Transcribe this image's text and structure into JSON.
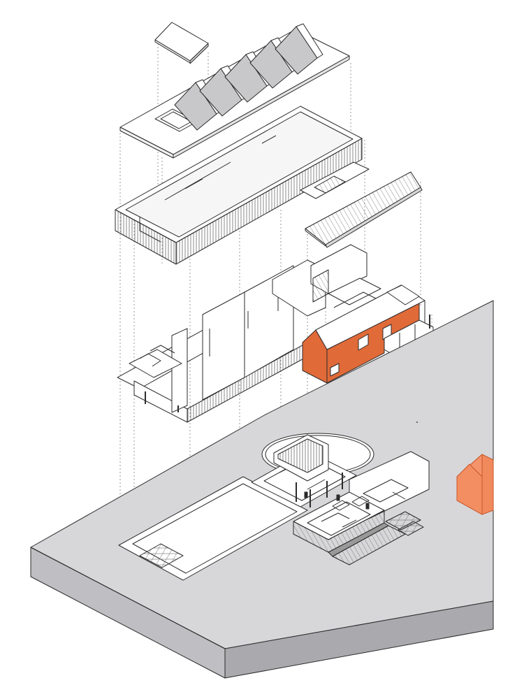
{
  "diagram": {
    "kind": "exploded-axonometric",
    "colors": {
      "background": "#ffffff",
      "line": "#2b2b2b",
      "hatch": "#555555",
      "ground_top": "#d7d7da",
      "ground_side": "#bfbfc3",
      "ground_front": "#a9a9ae",
      "accent": "#e06a38",
      "accent_light": "#f08a5c",
      "guide": "#6d6d6d"
    },
    "layers": [
      {
        "id": "roof-cap"
      },
      {
        "id": "roof-plate-with-gables"
      },
      {
        "id": "upper-storey"
      },
      {
        "id": "pitched-roof-annex"
      },
      {
        "id": "ground-storey-walls"
      },
      {
        "id": "orange-annex-volume"
      },
      {
        "id": "site-ground-plan"
      }
    ]
  }
}
